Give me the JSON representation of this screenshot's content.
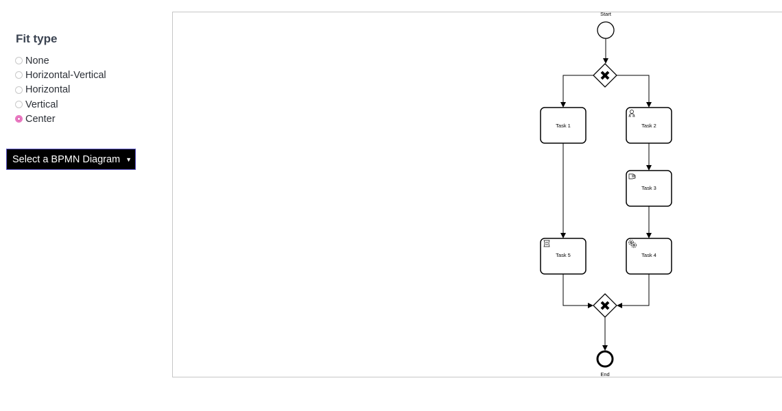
{
  "fit_type": {
    "title": "Fit type",
    "options": [
      {
        "label": "None",
        "checked": false
      },
      {
        "label": "Horizontal-Vertical",
        "checked": false
      },
      {
        "label": "Horizontal",
        "checked": false
      },
      {
        "label": "Vertical",
        "checked": false
      },
      {
        "label": "Center",
        "checked": true
      }
    ],
    "accent_color": "#e060b0"
  },
  "diagram_select": {
    "label": "Select a BPMN Diagram"
  },
  "diagram": {
    "start_label": "Start",
    "end_label": "End",
    "tasks": {
      "task1": {
        "label": "Task 1",
        "icon": "none"
      },
      "task2": {
        "label": "Task 2",
        "icon": "user-task-icon"
      },
      "task3": {
        "label": "Task 3",
        "icon": "manual-task-icon"
      },
      "task4": {
        "label": "Task 4",
        "icon": "service-task-icon"
      },
      "task5": {
        "label": "Task 5",
        "icon": "script-task-icon"
      }
    }
  }
}
